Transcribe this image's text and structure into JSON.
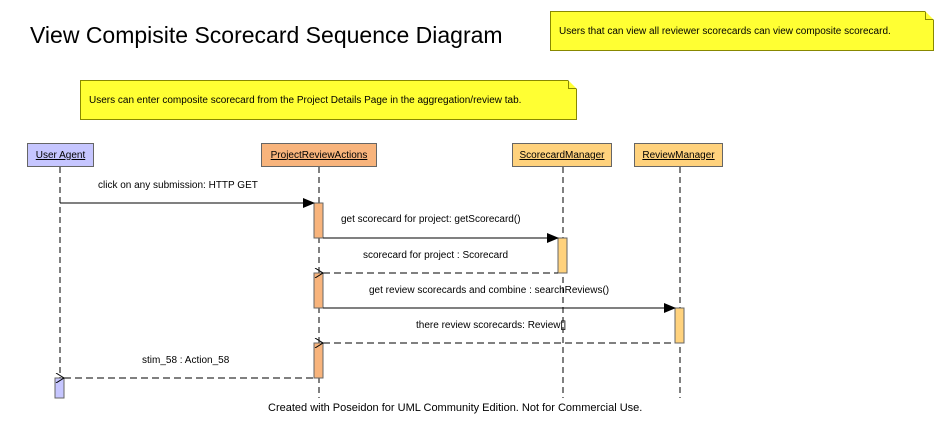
{
  "title": "View Compisite Scorecard Sequence Diagram",
  "notes": {
    "viewers": "Users that can view all reviewer scorecards can view composite scorecard.",
    "entry": "Users can enter composite scorecard from the Project Details Page in the aggregation/review tab."
  },
  "actors": {
    "user_agent": "User Agent",
    "project_review_actions": "ProjectReviewActions",
    "scorecard_manager": "ScorecardManager",
    "review_manager": "ReviewManager"
  },
  "messages": {
    "m1": "click on any submission: HTTP GET",
    "m2": "get scorecard for project: getScorecard()",
    "m3": "scorecard for project : Scorecard",
    "m4": "get review scorecards and combine : searchReviews()",
    "m5": "there review scorecards: Review[]",
    "m6": "stim_58 : Action_58"
  },
  "footer": "Created with Poseidon for UML Community Edition. Not for Commercial Use.",
  "colors": {
    "note": "#ffff33",
    "user_agent": "#c6c6ff",
    "project_review_actions": "#f8b47c",
    "managers": "#ffd27d"
  }
}
